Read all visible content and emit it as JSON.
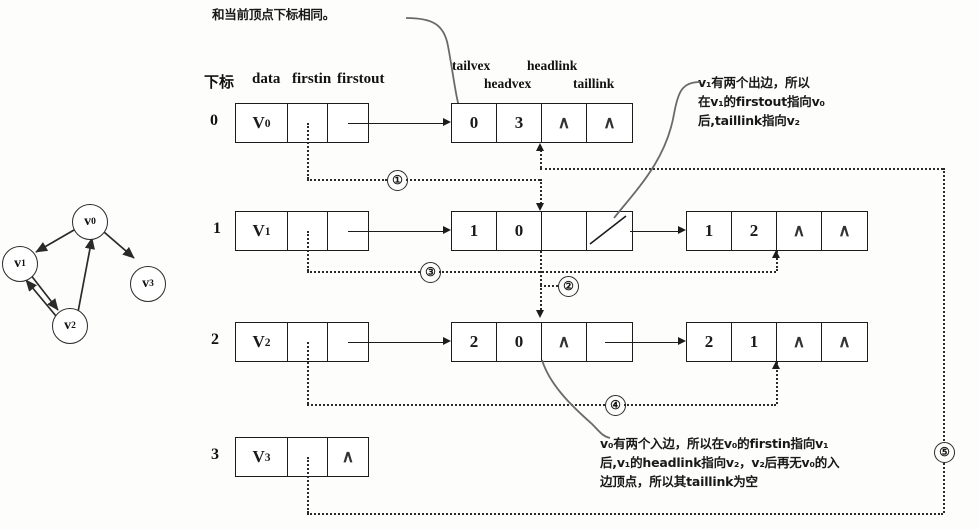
{
  "title_note": "和当前顶点下标相同。",
  "table_header": {
    "index": "下标",
    "data": "data",
    "firstin": "firstin",
    "firstout": "firstout"
  },
  "edge_header": {
    "tailvex": "tailvex",
    "headvex": "headvex",
    "headlink": "headlink",
    "taillink": "taillink"
  },
  "nil_glyph": "∧",
  "vertex_rows": [
    {
      "index": "0",
      "data": "V",
      "data_sub": "0",
      "firstin": "",
      "firstout": ""
    },
    {
      "index": "1",
      "data": "V",
      "data_sub": "1",
      "firstin": "",
      "firstout": ""
    },
    {
      "index": "2",
      "data": "V",
      "data_sub": "2",
      "firstin": "",
      "firstout": ""
    },
    {
      "index": "3",
      "data": "V",
      "data_sub": "3",
      "firstin": "",
      "firstout": "∧"
    }
  ],
  "edge_nodes": {
    "row0_n1": {
      "tailvex": "0",
      "headvex": "3",
      "headlink": "∧",
      "taillink": "∧"
    },
    "row1_n1": {
      "tailvex": "1",
      "headvex": "0",
      "headlink": "",
      "taillink": ""
    },
    "row1_n2": {
      "tailvex": "1",
      "headvex": "2",
      "headlink": "∧",
      "taillink": "∧"
    },
    "row2_n1": {
      "tailvex": "2",
      "headvex": "0",
      "headlink": "∧",
      "taillink": ""
    },
    "row2_n2": {
      "tailvex": "2",
      "headvex": "1",
      "headlink": "∧",
      "taillink": "∧"
    }
  },
  "steps": {
    "s1": "①",
    "s2": "②",
    "s3": "③",
    "s4": "④",
    "s5": "⑤"
  },
  "annotations": {
    "out_edges": "v₁有两个出边，所以\n在v₁的firstout指向v₀\n后,taillink指向v₂",
    "in_edges": "v₀有两个入边，所以在v₀的firstin指向v₁\n后,v₁的headlink指向v₂，v₂后再无v₀的入\n边顶点，所以其taillink为空"
  },
  "graph": {
    "nodes": [
      {
        "label": "v",
        "sub": "0"
      },
      {
        "label": "v",
        "sub": "1"
      },
      {
        "label": "v",
        "sub": "2"
      },
      {
        "label": "v",
        "sub": "3"
      }
    ],
    "edges": [
      "v0->v1",
      "v0->v3",
      "v2->v0",
      "v1->v2",
      "v2->v1"
    ]
  }
}
